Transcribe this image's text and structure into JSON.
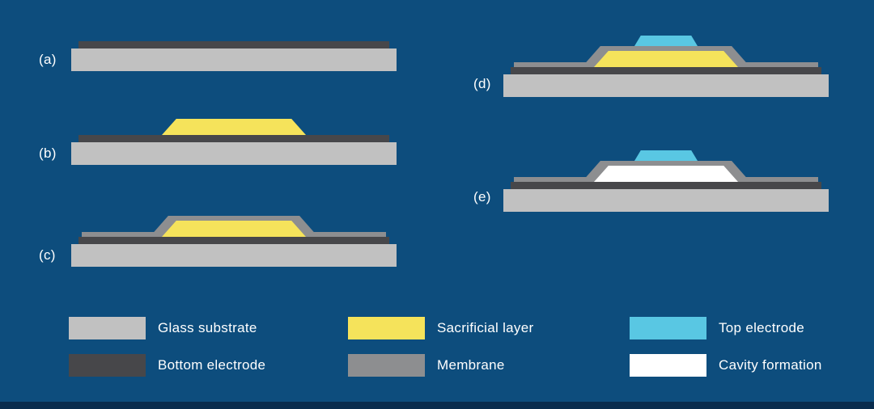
{
  "colors": {
    "background": "#0d4d7d",
    "footer_bar": "#092c4d",
    "label_text": "#ffffff",
    "glass_substrate": "#c1c1c1",
    "bottom_electrode": "#47474a",
    "sacrificial_layer": "#f5e35b",
    "membrane": "#8d8e90",
    "top_electrode": "#59c7e3",
    "cavity_formation": "#ffffff"
  },
  "panels": [
    {
      "label": "(a)"
    },
    {
      "label": "(b)"
    },
    {
      "label": "(c)"
    },
    {
      "label": "(d)"
    },
    {
      "label": "(e)"
    }
  ],
  "legend": {
    "items": [
      {
        "label": "Glass substrate",
        "color_key": "glass_substrate"
      },
      {
        "label": "Bottom electrode",
        "color_key": "bottom_electrode"
      },
      {
        "label": "Sacrificial layer",
        "color_key": "sacrificial_layer"
      },
      {
        "label": "Membrane",
        "color_key": "membrane"
      },
      {
        "label": "Top electrode",
        "color_key": "top_electrode"
      },
      {
        "label": "Cavity formation",
        "color_key": "cavity_formation"
      }
    ]
  }
}
